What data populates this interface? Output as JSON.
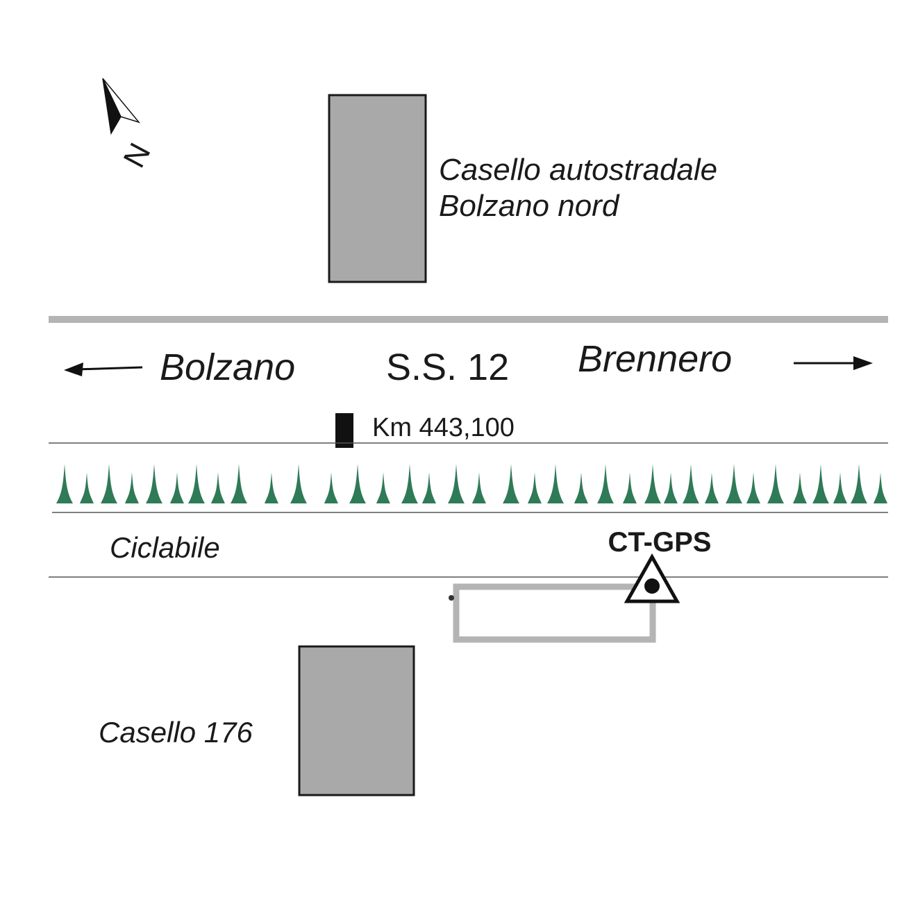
{
  "compass": {
    "north_label": "N",
    "icon": "north-arrow-icon"
  },
  "buildings": {
    "casello_autostradale": {
      "label_line1": "Casello autostradale",
      "label_line2": "Bolzano nord"
    },
    "casello_176": {
      "label": "Casello 176"
    }
  },
  "road": {
    "name": "S.S. 12",
    "direction_left": "Bolzano",
    "direction_right": "Brennero",
    "km_marker": "Km 443,100"
  },
  "bike_path": {
    "label": "Ciclabile"
  },
  "station": {
    "label": "CT-GPS",
    "icon": "gps-station-triangle-icon"
  },
  "colors": {
    "building_fill": "#a9a9a9",
    "road_edge": "#b4b4b4",
    "tree_green": "#2f7a57",
    "outline": "#1a1a1a",
    "thin_line": "#555555"
  }
}
